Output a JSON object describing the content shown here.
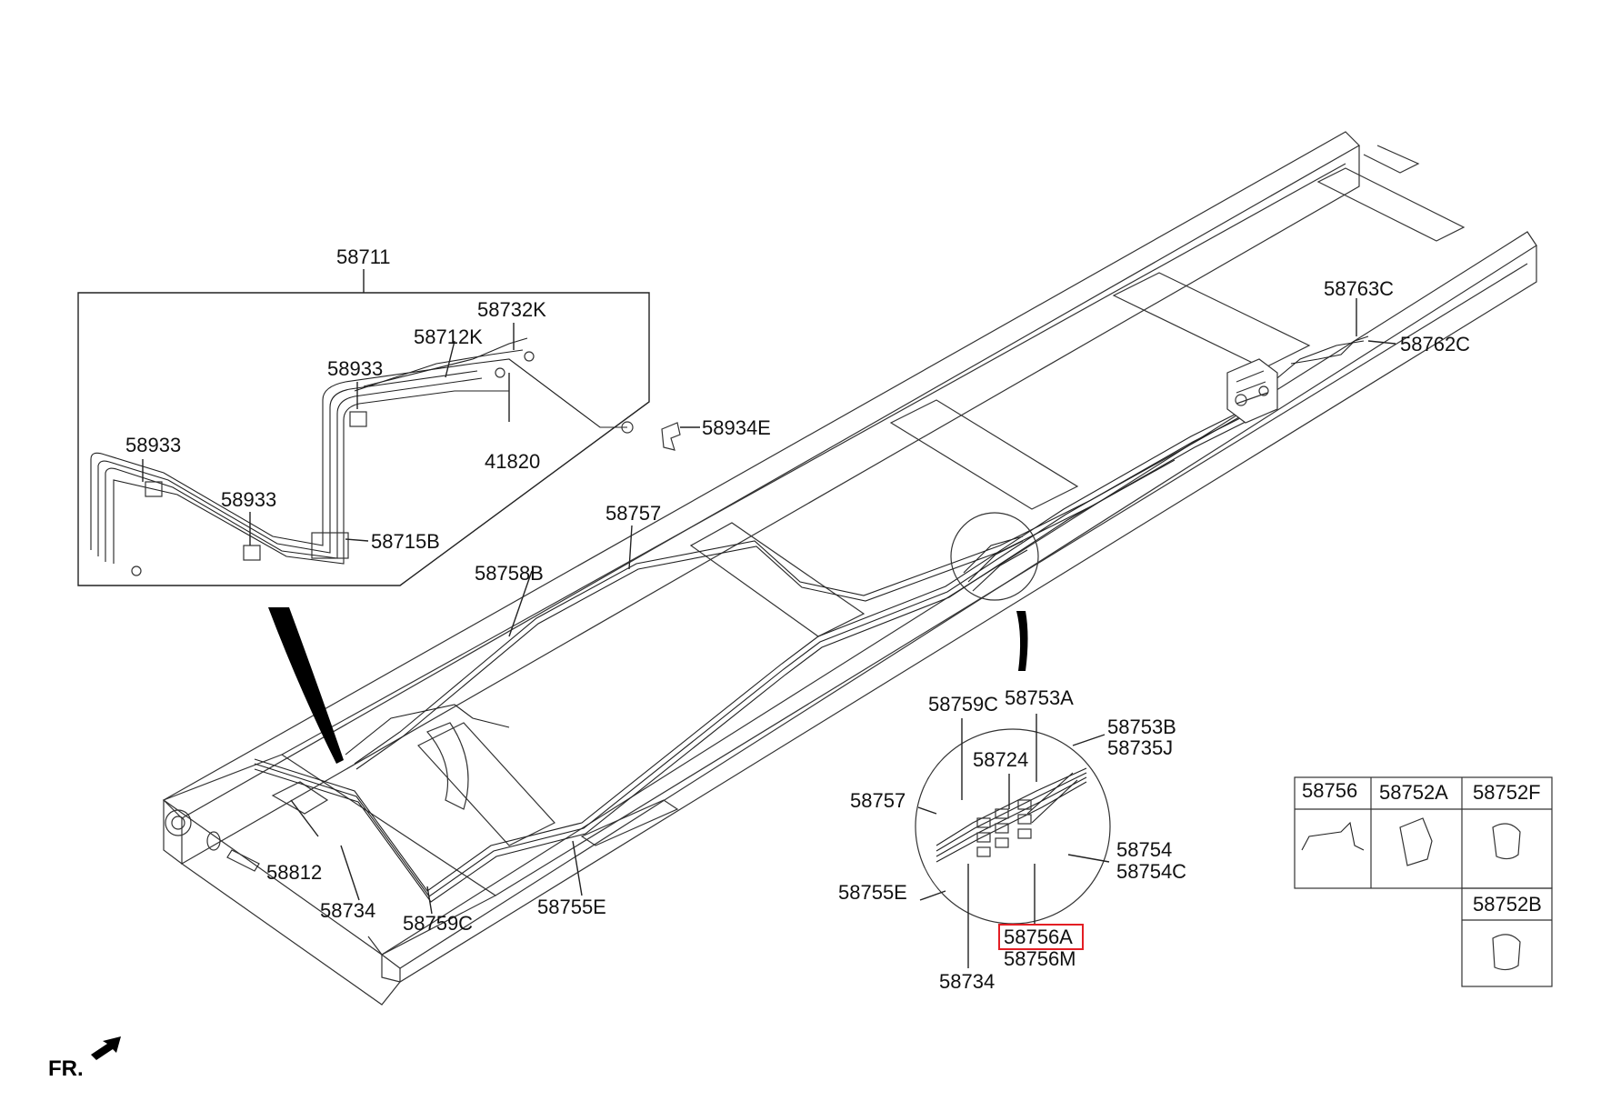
{
  "diagram": {
    "direction_label": "FR.",
    "highlight_color": "#e31e24",
    "labels": {
      "p58711": "58711",
      "p58732K": "58732K",
      "p58712K": "58712K",
      "p58933_a": "58933",
      "p58933_b": "58933",
      "p58933_c": "58933",
      "p41820": "41820",
      "p58715B": "58715B",
      "p58934E": "58934E",
      "p58757_a": "58757",
      "p58758B": "58758B",
      "p58763C": "58763C",
      "p58762C": "58762C",
      "p58812": "58812",
      "p58734_a": "58734",
      "p58759C_a": "58759C",
      "p58755E_a": "58755E",
      "p58759C_b": "58759C",
      "p58753A": "58753A",
      "p58753B": "58753B",
      "p58735J": "58735J",
      "p58724": "58724",
      "p58757_b": "58757",
      "p58754": "58754",
      "p58754C": "58754C",
      "p58755E_b": "58755E",
      "p58756A": "58756A",
      "p58756M": "58756M",
      "p58734_b": "58734"
    },
    "legend": [
      {
        "code": "58756"
      },
      {
        "code": "58752A"
      },
      {
        "code": "58752F"
      },
      {
        "code": "58752B"
      }
    ]
  }
}
